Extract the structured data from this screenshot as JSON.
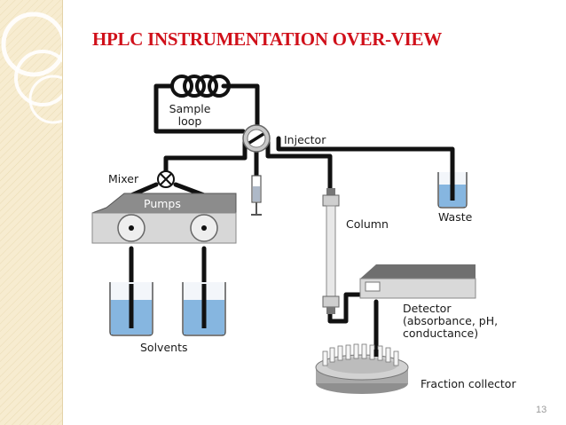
{
  "slide": {
    "title": "HPLC INSTRUMENTATION OVER-VIEW",
    "page_number": "13",
    "title_color": "#d0101a",
    "accent_color": "#f7ecd0"
  },
  "diagram": {
    "labels": {
      "sample_loop_line1": "Sample",
      "sample_loop_line2": "loop",
      "injector": "Injector",
      "mixer": "Mixer",
      "pumps": "Pumps",
      "column": "Column",
      "waste": "Waste",
      "solvents": "Solvents",
      "detector_line1": "Detector",
      "detector_line2": "(absorbance, pH,",
      "detector_line3": "conductance)",
      "fraction_collector": "Fraction collector"
    }
  }
}
